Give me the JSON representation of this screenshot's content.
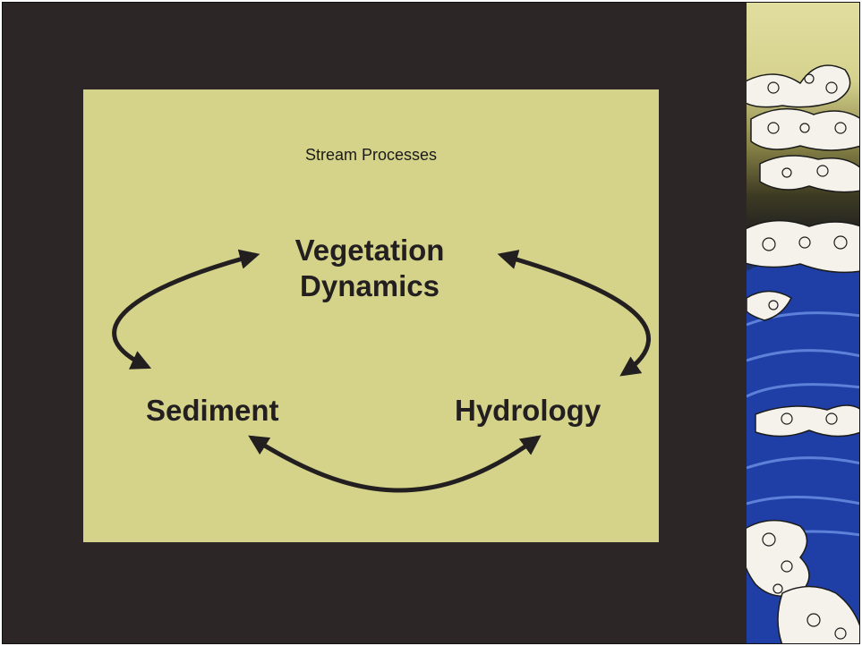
{
  "slide": {
    "title": "Stream Processes"
  },
  "diagram": {
    "nodes": {
      "vegetation_line1": "Vegetation",
      "vegetation_line2": "Dynamics",
      "sediment": "Sediment",
      "hydrology": "Hydrology"
    },
    "edges": [
      {
        "from": "Vegetation Dynamics",
        "to": "Sediment",
        "direction": "bidirectional"
      },
      {
        "from": "Vegetation Dynamics",
        "to": "Hydrology",
        "direction": "bidirectional"
      },
      {
        "from": "Sediment",
        "to": "Hydrology",
        "direction": "bidirectional"
      }
    ]
  },
  "colors": {
    "background": "#2c2627",
    "panel": "#d4d389",
    "text": "#231f20",
    "wave_blue": "#1f3fa6",
    "wave_foam": "#f4f2ea"
  }
}
